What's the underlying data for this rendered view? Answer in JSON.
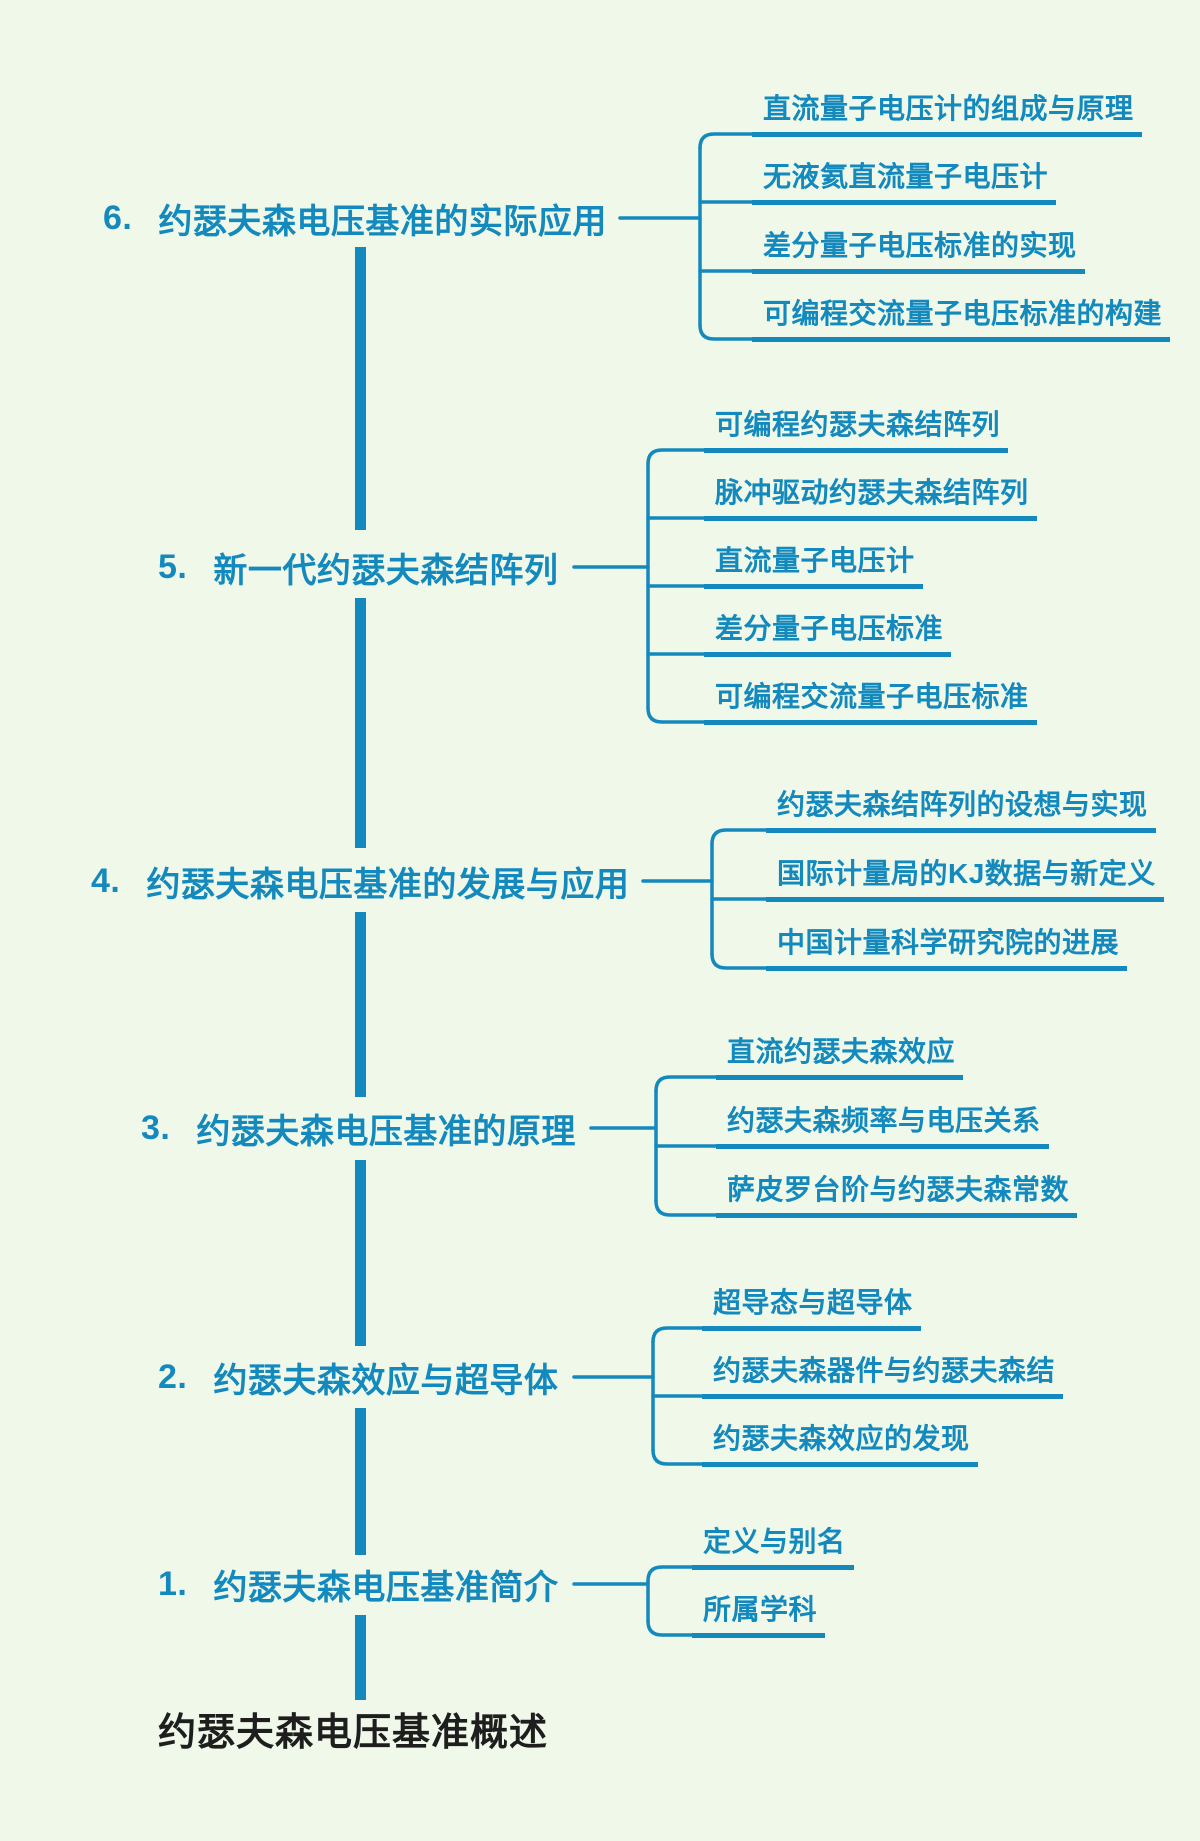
{
  "root": {
    "label": "约瑟夫森电压基准概述"
  },
  "colors": {
    "accent": "#1389bd",
    "background": "#f0f9e9",
    "root_text": "#1e1e1e"
  },
  "topics": [
    {
      "number": "1.",
      "title": "约瑟夫森电压基准简介",
      "subs": [
        "定义与别名",
        "所属学科"
      ]
    },
    {
      "number": "2.",
      "title": "约瑟夫森效应与超导体",
      "subs": [
        "超导态与超导体",
        "约瑟夫森器件与约瑟夫森结",
        "约瑟夫森效应的发现"
      ]
    },
    {
      "number": "3.",
      "title": "约瑟夫森电压基准的原理",
      "subs": [
        "直流约瑟夫森效应",
        "约瑟夫森频率与电压关系",
        "萨皮罗台阶与约瑟夫森常数"
      ]
    },
    {
      "number": "4.",
      "title": "约瑟夫森电压基准的发展与应用",
      "subs": [
        "约瑟夫森结阵列的设想与实现",
        "国际计量局的KJ数据与新定义",
        "中国计量科学研究院的进展"
      ]
    },
    {
      "number": "5.",
      "title": "新一代约瑟夫森结阵列",
      "subs": [
        "可编程约瑟夫森结阵列",
        "脉冲驱动约瑟夫森结阵列",
        "直流量子电压计",
        "差分量子电压标准",
        "可编程交流量子电压标准"
      ]
    },
    {
      "number": "6.",
      "title": "约瑟夫森电压基准的实际应用",
      "subs": [
        "直流量子电压计的组成与原理",
        "无液氦直流量子电压计",
        "差分量子电压标准的实现",
        "可编程交流量子电压标准的构建"
      ]
    }
  ]
}
